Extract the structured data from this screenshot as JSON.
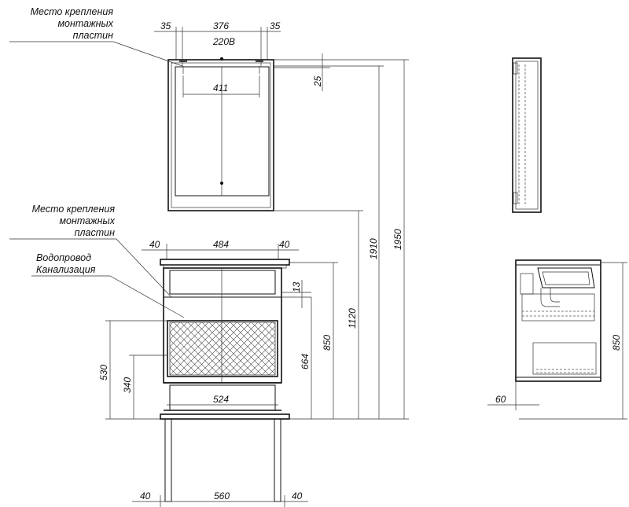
{
  "labels": {
    "mount_top_line1": "Место крепления",
    "mount_top_line2": "монтажных",
    "mount_top_line3": "пластин",
    "mount_bottom_line1": "Место крепления",
    "mount_bottom_line2": "монтажных",
    "mount_bottom_line3": "пластин",
    "water_line1": "Водопровод",
    "water_line2": "Канализация",
    "power": "220В"
  },
  "dimensions": {
    "mirror_left_margin": "35",
    "mirror_width": "376",
    "mirror_right_margin": "35",
    "mirror_plate_offset": "25",
    "mirror_inner_width": "411",
    "top_left_margin": "40",
    "top_width": "484",
    "top_right_margin": "40",
    "panel_13": "13",
    "inner_width": "524",
    "cabinet_height": "664",
    "counter_height": "850",
    "mirror_bottom_height": "1120",
    "plate_height_1910": "1910",
    "total_height": "1950",
    "pipe_height_530": "530",
    "pipe_height_340": "340",
    "leg_left_margin": "40",
    "leg_width": "560",
    "leg_right_margin": "40",
    "side_depth_60": "60",
    "side_height_850": "850"
  }
}
